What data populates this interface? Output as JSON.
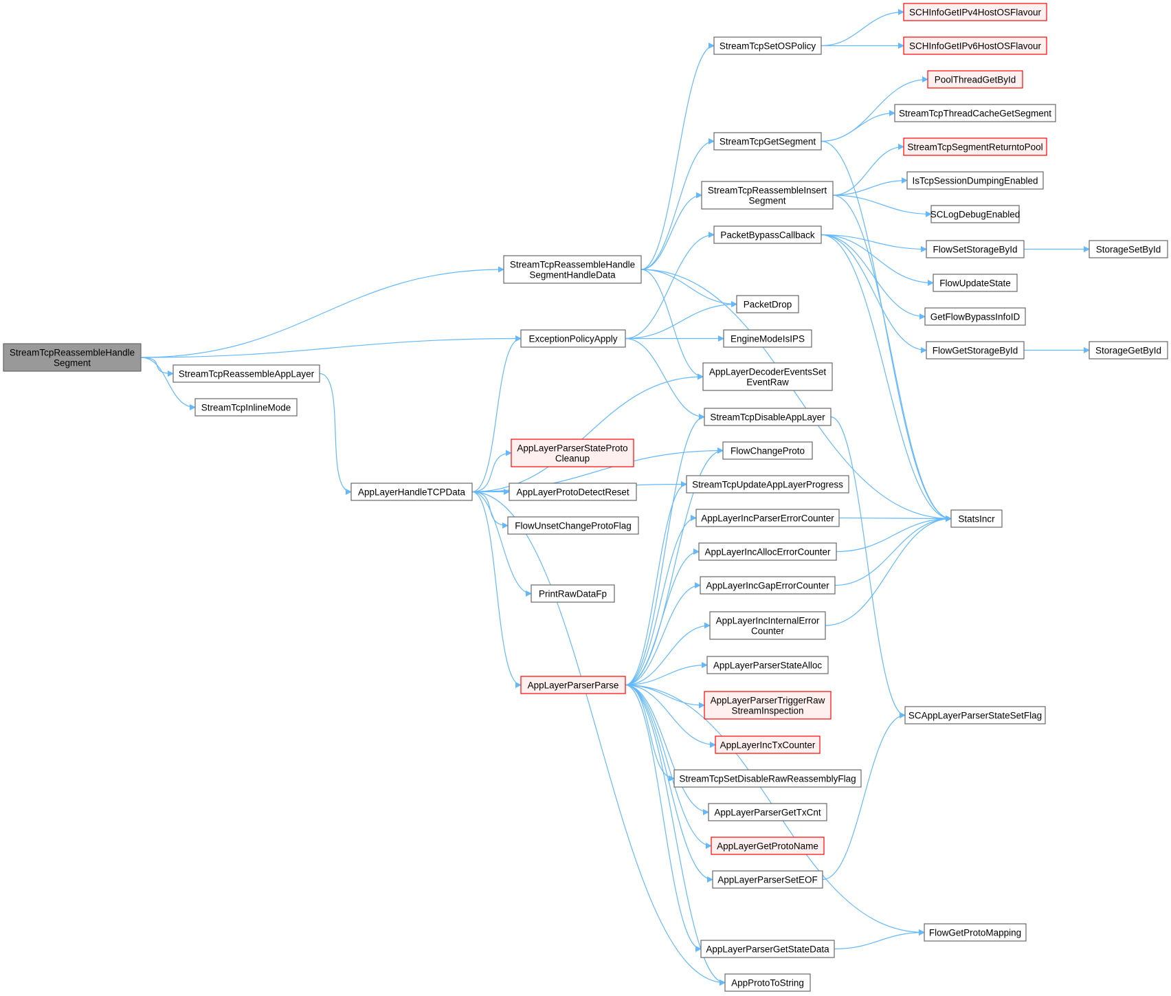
{
  "colors": {
    "edge": "#63b8ff",
    "node_border": "#666666",
    "node_fill": "#ffffff",
    "root_fill": "#999999",
    "root_border": "#666666",
    "red_border": "#ff0000",
    "red_fill": "#fff0f0"
  },
  "nodes": [
    {
      "id": "root",
      "lines": [
        "StreamTcpReassembleHandle",
        "Segment"
      ],
      "style": "root"
    },
    {
      "id": "appLayer",
      "lines": [
        "StreamTcpReassembleAppLayer"
      ],
      "style": "normal"
    },
    {
      "id": "inlineMode",
      "lines": [
        "StreamTcpInlineMode"
      ],
      "style": "normal"
    },
    {
      "id": "handleSegData",
      "lines": [
        "StreamTcpReassembleHandle",
        "SegmentHandleData"
      ],
      "style": "normal"
    },
    {
      "id": "exceptionPolicy",
      "lines": [
        "ExceptionPolicyApply"
      ],
      "style": "normal"
    },
    {
      "id": "handleTCPData",
      "lines": [
        "AppLayerHandleTCPData"
      ],
      "style": "normal"
    },
    {
      "id": "parserStateProtoCleanup",
      "lines": [
        "AppLayerParserStateProto",
        "Cleanup"
      ],
      "style": "red"
    },
    {
      "id": "protoDetectReset",
      "lines": [
        "AppLayerProtoDetectReset"
      ],
      "style": "normal"
    },
    {
      "id": "flowUnsetChange",
      "lines": [
        "FlowUnsetChangeProtoFlag"
      ],
      "style": "normal"
    },
    {
      "id": "printRaw",
      "lines": [
        "PrintRawDataFp"
      ],
      "style": "normal"
    },
    {
      "id": "parserParse",
      "lines": [
        "AppLayerParserParse"
      ],
      "style": "red"
    },
    {
      "id": "setOSPolicy",
      "lines": [
        "StreamTcpSetOSPolicy"
      ],
      "style": "normal"
    },
    {
      "id": "getSegment",
      "lines": [
        "StreamTcpGetSegment"
      ],
      "style": "normal"
    },
    {
      "id": "insertSegment",
      "lines": [
        "StreamTcpReassembleInsert",
        "Segment"
      ],
      "style": "normal"
    },
    {
      "id": "packetBypass",
      "lines": [
        "PacketBypassCallback"
      ],
      "style": "normal"
    },
    {
      "id": "packetDrop",
      "lines": [
        "PacketDrop"
      ],
      "style": "normal"
    },
    {
      "id": "engineIPS",
      "lines": [
        "EngineModeIsIPS"
      ],
      "style": "normal"
    },
    {
      "id": "decoderEvents",
      "lines": [
        "AppLayerDecoderEventsSet",
        "EventRaw"
      ],
      "style": "normal"
    },
    {
      "id": "disableAppLayer",
      "lines": [
        "StreamTcpDisableAppLayer"
      ],
      "style": "normal"
    },
    {
      "id": "flowChangeProto",
      "lines": [
        "FlowChangeProto"
      ],
      "style": "normal"
    },
    {
      "id": "updateProgress",
      "lines": [
        "StreamTcpUpdateAppLayerProgress"
      ],
      "style": "normal"
    },
    {
      "id": "incParserErr",
      "lines": [
        "AppLayerIncParserErrorCounter"
      ],
      "style": "normal"
    },
    {
      "id": "incAllocErr",
      "lines": [
        "AppLayerIncAllocErrorCounter"
      ],
      "style": "normal"
    },
    {
      "id": "incGapErr",
      "lines": [
        "AppLayerIncGapErrorCounter"
      ],
      "style": "normal"
    },
    {
      "id": "incInternalErr",
      "lines": [
        "AppLayerIncInternalError",
        "Counter"
      ],
      "style": "normal"
    },
    {
      "id": "parserStateAlloc",
      "lines": [
        "AppLayerParserStateAlloc"
      ],
      "style": "normal"
    },
    {
      "id": "triggerRaw",
      "lines": [
        "AppLayerParserTriggerRaw",
        "StreamInspection"
      ],
      "style": "red"
    },
    {
      "id": "incTx",
      "lines": [
        "AppLayerIncTxCounter"
      ],
      "style": "red"
    },
    {
      "id": "disableRawReasm",
      "lines": [
        "StreamTcpSetDisableRawReassemblyFlag"
      ],
      "style": "normal"
    },
    {
      "id": "getTxCnt",
      "lines": [
        "AppLayerParserGetTxCnt"
      ],
      "style": "normal"
    },
    {
      "id": "getProtoName",
      "lines": [
        "AppLayerGetProtoName"
      ],
      "style": "red"
    },
    {
      "id": "setEOF",
      "lines": [
        "AppLayerParserSetEOF"
      ],
      "style": "normal"
    },
    {
      "id": "getStateData",
      "lines": [
        "AppLayerParserGetStateData"
      ],
      "style": "normal"
    },
    {
      "id": "appProtoToString",
      "lines": [
        "AppProtoToString"
      ],
      "style": "normal"
    },
    {
      "id": "ipv4Flavour",
      "lines": [
        "SCHInfoGetIPv4HostOSFlavour"
      ],
      "style": "red"
    },
    {
      "id": "ipv6Flavour",
      "lines": [
        "SCHInfoGetIPv6HostOSFlavour"
      ],
      "style": "red"
    },
    {
      "id": "poolThreadGet",
      "lines": [
        "PoolThreadGetById"
      ],
      "style": "red"
    },
    {
      "id": "threadCacheGet",
      "lines": [
        "StreamTcpThreadCacheGetSegment"
      ],
      "style": "normal"
    },
    {
      "id": "segReturn",
      "lines": [
        "StreamTcpSegmentReturntoPool"
      ],
      "style": "red"
    },
    {
      "id": "dumpingEnabled",
      "lines": [
        "IsTcpSessionDumpingEnabled"
      ],
      "style": "normal"
    },
    {
      "id": "logDebug",
      "lines": [
        "SCLogDebugEnabled"
      ],
      "style": "normal"
    },
    {
      "id": "flowSetStorage",
      "lines": [
        "FlowSetStorageById"
      ],
      "style": "normal"
    },
    {
      "id": "flowUpdateState",
      "lines": [
        "FlowUpdateState"
      ],
      "style": "normal"
    },
    {
      "id": "getBypassInfo",
      "lines": [
        "GetFlowBypassInfoID"
      ],
      "style": "normal"
    },
    {
      "id": "flowGetStorage",
      "lines": [
        "FlowGetStorageById"
      ],
      "style": "normal"
    },
    {
      "id": "statsIncr",
      "lines": [
        "StatsIncr"
      ],
      "style": "normal"
    },
    {
      "id": "setFlag",
      "lines": [
        "SCAppLayerParserStateSetFlag"
      ],
      "style": "normal"
    },
    {
      "id": "flowGetProtoMap",
      "lines": [
        "FlowGetProtoMapping"
      ],
      "style": "normal"
    },
    {
      "id": "storageSet",
      "lines": [
        "StorageSetById"
      ],
      "style": "normal"
    },
    {
      "id": "storageGet",
      "lines": [
        "StorageGetById"
      ],
      "style": "normal"
    }
  ],
  "edges": [
    [
      "root",
      "handleSegData"
    ],
    [
      "root",
      "exceptionPolicy"
    ],
    [
      "root",
      "appLayer"
    ],
    [
      "root",
      "inlineMode"
    ],
    [
      "appLayer",
      "handleTCPData"
    ],
    [
      "handleSegData",
      "setOSPolicy"
    ],
    [
      "handleSegData",
      "getSegment"
    ],
    [
      "handleSegData",
      "insertSegment"
    ],
    [
      "handleSegData",
      "packetDrop"
    ],
    [
      "handleSegData",
      "decoderEvents"
    ],
    [
      "handleSegData",
      "statsIncr"
    ],
    [
      "exceptionPolicy",
      "packetBypass"
    ],
    [
      "exceptionPolicy",
      "packetDrop"
    ],
    [
      "exceptionPolicy",
      "engineIPS"
    ],
    [
      "exceptionPolicy",
      "disableAppLayer"
    ],
    [
      "handleTCPData",
      "exceptionPolicy"
    ],
    [
      "handleTCPData",
      "decoderEvents"
    ],
    [
      "handleTCPData",
      "flowChangeProto"
    ],
    [
      "handleTCPData",
      "parserStateProtoCleanup"
    ],
    [
      "handleTCPData",
      "protoDetectReset"
    ],
    [
      "handleTCPData",
      "flowUnsetChange"
    ],
    [
      "handleTCPData",
      "updateProgress"
    ],
    [
      "handleTCPData",
      "printRaw"
    ],
    [
      "handleTCPData",
      "parserParse"
    ],
    [
      "handleTCPData",
      "appProtoToString"
    ],
    [
      "setOSPolicy",
      "ipv4Flavour"
    ],
    [
      "setOSPolicy",
      "ipv6Flavour"
    ],
    [
      "getSegment",
      "poolThreadGet"
    ],
    [
      "getSegment",
      "threadCacheGet"
    ],
    [
      "getSegment",
      "statsIncr"
    ],
    [
      "insertSegment",
      "segReturn"
    ],
    [
      "insertSegment",
      "dumpingEnabled"
    ],
    [
      "insertSegment",
      "logDebug"
    ],
    [
      "insertSegment",
      "statsIncr"
    ],
    [
      "packetBypass",
      "flowSetStorage"
    ],
    [
      "packetBypass",
      "flowUpdateState"
    ],
    [
      "packetBypass",
      "getBypassInfo"
    ],
    [
      "packetBypass",
      "flowGetStorage"
    ],
    [
      "packetBypass",
      "statsIncr"
    ],
    [
      "disableAppLayer",
      "setFlag"
    ],
    [
      "parserParse",
      "disableAppLayer"
    ],
    [
      "parserParse",
      "flowChangeProto"
    ],
    [
      "parserParse",
      "updateProgress"
    ],
    [
      "parserParse",
      "incParserErr"
    ],
    [
      "parserParse",
      "incAllocErr"
    ],
    [
      "parserParse",
      "incGapErr"
    ],
    [
      "parserParse",
      "incInternalErr"
    ],
    [
      "parserParse",
      "parserStateAlloc"
    ],
    [
      "parserParse",
      "triggerRaw"
    ],
    [
      "parserParse",
      "incTx"
    ],
    [
      "parserParse",
      "disableRawReasm"
    ],
    [
      "parserParse",
      "getTxCnt"
    ],
    [
      "parserParse",
      "getProtoName"
    ],
    [
      "parserParse",
      "setEOF"
    ],
    [
      "parserParse",
      "flowGetProtoMap"
    ],
    [
      "parserParse",
      "getStateData"
    ],
    [
      "parserParse",
      "appProtoToString"
    ],
    [
      "incParserErr",
      "statsIncr"
    ],
    [
      "incAllocErr",
      "statsIncr"
    ],
    [
      "incGapErr",
      "statsIncr"
    ],
    [
      "incInternalErr",
      "statsIncr"
    ],
    [
      "setEOF",
      "setFlag"
    ],
    [
      "getStateData",
      "flowGetProtoMap"
    ],
    [
      "flowSetStorage",
      "storageSet"
    ],
    [
      "flowGetStorage",
      "storageGet"
    ]
  ]
}
